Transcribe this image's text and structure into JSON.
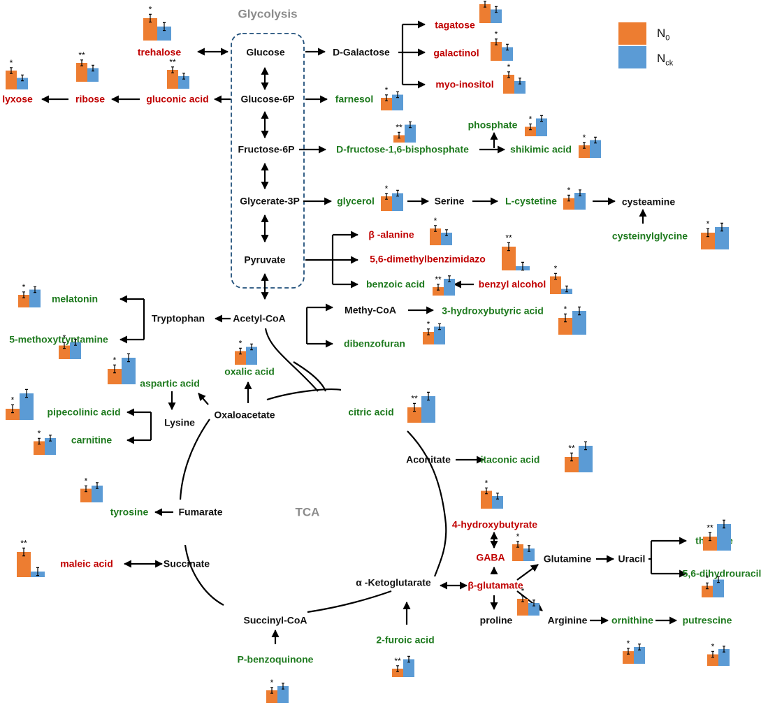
{
  "colors": {
    "n0": "#ED7D31",
    "nck": "#5B9BD5",
    "increased": "#c00000",
    "decreased": "#1e7a1e",
    "neutral": "#111111",
    "section": "#8c8c8c",
    "dashed_box": "#1f4e79"
  },
  "legend": {
    "n0_main": "N",
    "n0_sub": "0",
    "nck_main": "N",
    "nck_sub": "ck"
  },
  "sections": {
    "glycolysis": "Glycolysis",
    "tca": "TCA"
  },
  "nodes": {
    "glucose": "Glucose",
    "glucose_6p": "Glucose-6P",
    "fructose_6p": "Fructose-6P",
    "glycerate_3p": "Glycerate-3P",
    "pyruvate": "Pyruvate",
    "acetyl_coa": "Acetyl-CoA",
    "d_galactose": "D-Galactose",
    "tagatose": "tagatose",
    "galactinol": "galactinol",
    "myo_inositol": "myo-inositol",
    "farnesol": "farnesol",
    "trehalose": "trehalose",
    "gluconic_acid": "gluconic acid",
    "ribose": "ribose",
    "lyxose": "lyxose",
    "d_fructose_bp": "D-fructose-1,6-bisphosphate",
    "phosphate": "phosphate",
    "shikimic_acid": "shikimic acid",
    "glycerol": "glycerol",
    "serine": "Serine",
    "l_cystetine": "L-cystetine",
    "cysteamine": "cysteamine",
    "cysteinylglycine": "cysteinylglycine",
    "beta_alanine": "β -alanine",
    "dimethylbenzimidazo": "5,6-dimethylbenzimidazo",
    "benzoic_acid": "benzoic acid",
    "benzyl_alcohol": "benzyl alcohol",
    "melatonin": "melatonin",
    "tryptophan": "Tryptophan",
    "methoxytryptamine": "5-methoxytryptamine",
    "methy_coa": "Methy-CoA",
    "hydroxybutyric_acid": "3-hydroxybutyric acid",
    "dibenzofuran": "dibenzofuran",
    "oxalic_acid": "oxalic acid",
    "aspartic_acid": "aspartic acid",
    "oxaloacetate": "Oxaloacetate",
    "lysine": "Lysine",
    "pipecolinic_acid": "pipecolinic acid",
    "carnitine": "carnitine",
    "citric_acid": "citric acid",
    "aconitate": "Aconitate",
    "itaconic_acid": "itaconic acid",
    "fumarate": "Fumarate",
    "tyrosine": "tyrosine",
    "succinate": "Succinate",
    "maleic_acid": "maleic acid",
    "hydroxybutyrate": "4-hydroxybutyrate",
    "gaba": "GABA",
    "beta_glutamate": "β-glutamate",
    "ketoglutarate": "α -Ketoglutarate",
    "glutamine": "Glutamine",
    "uracil": "Uracil",
    "thymine": "thymine",
    "dihydrouracil": "5,6-dihydrouracil",
    "proline": "proline",
    "arginine": "Arginine",
    "ornithine": "ornithine",
    "putrescine": "putrescine",
    "succinyl_coa": "Succinyl-CoA",
    "furoic_acid": "2-furoic acid",
    "p_benzoquinone": "P-benzoquinone"
  },
  "bar_charts": [
    {
      "metabolite": "trehalose",
      "n0": 0.8,
      "nck": 0.5,
      "sig": "*"
    },
    {
      "metabolite": "tagatose",
      "n0": 0.9,
      "nck": 0.65,
      "sig": "*"
    },
    {
      "metabolite": "galactinol",
      "n0": 0.9,
      "nck": 0.65,
      "sig": "*"
    },
    {
      "metabolite": "myo-inositol",
      "n0": 0.9,
      "nck": 0.6,
      "sig": "*"
    },
    {
      "metabolite": "farnesol",
      "n0": 0.6,
      "nck": 0.75,
      "sig": "*"
    },
    {
      "metabolite": "lyxose",
      "n0": 0.9,
      "nck": 0.55,
      "sig": "*"
    },
    {
      "metabolite": "ribose",
      "n0": 0.9,
      "nck": 0.65,
      "sig": "**"
    },
    {
      "metabolite": "gluconic acid",
      "n0": 0.9,
      "nck": 0.6,
      "sig": "**"
    },
    {
      "metabolite": "D-fructose-1,6-bisphosphate",
      "n0": 0.35,
      "nck": 0.85,
      "sig": "**"
    },
    {
      "metabolite": "phosphate",
      "n0": 0.45,
      "nck": 0.85,
      "sig": "*"
    },
    {
      "metabolite": "shikimic acid",
      "n0": 0.6,
      "nck": 0.85,
      "sig": "*"
    },
    {
      "metabolite": "glycerol",
      "n0": 0.7,
      "nck": 0.85,
      "sig": "*"
    },
    {
      "metabolite": "L-cystetine",
      "n0": 0.55,
      "nck": 0.8,
      "sig": "*"
    },
    {
      "metabolite": "cysteinylglycine",
      "n0": 0.6,
      "nck": 0.8,
      "sig": "*"
    },
    {
      "metabolite": "β -alanine",
      "n0": 0.8,
      "nck": 0.6,
      "sig": "*"
    },
    {
      "metabolite": "5,6-dimethylbenzimidazo",
      "n0": 0.85,
      "nck": 0.15,
      "sig": "**"
    },
    {
      "metabolite": "benzoic acid",
      "n0": 0.4,
      "nck": 0.8,
      "sig": "**"
    },
    {
      "metabolite": "benzyl alcohol",
      "n0": 0.85,
      "nck": 0.25,
      "sig": "*"
    },
    {
      "metabolite": "melatonin",
      "n0": 0.6,
      "nck": 0.85,
      "sig": "*"
    },
    {
      "metabolite": "3-hydroxybutyric acid",
      "n0": 0.6,
      "nck": 0.85,
      "sig": "*"
    },
    {
      "metabolite": "dibenzofuran",
      "n0": 0.6,
      "nck": 0.85,
      "sig": "*"
    },
    {
      "metabolite": "5-methoxytryptamine",
      "n0": 0.65,
      "nck": 0.8,
      "sig": "*"
    },
    {
      "metabolite": "oxalic acid",
      "n0": 0.65,
      "nck": 0.85,
      "sig": "*"
    },
    {
      "metabolite": "aspartic acid",
      "n0": 0.55,
      "nck": 0.95,
      "sig": "*"
    },
    {
      "metabolite": "pipecolinic acid",
      "n0": 0.4,
      "nck": 0.95,
      "sig": "*"
    },
    {
      "metabolite": "carnitine",
      "n0": 0.65,
      "nck": 0.8,
      "sig": "*"
    },
    {
      "metabolite": "citric acid",
      "n0": 0.55,
      "nck": 0.95,
      "sig": "**"
    },
    {
      "metabolite": "itaconic acid",
      "n0": 0.55,
      "nck": 0.95,
      "sig": "**"
    },
    {
      "metabolite": "tyrosine",
      "n0": 0.65,
      "nck": 0.8,
      "sig": "*"
    },
    {
      "metabolite": "maleic acid",
      "n0": 0.9,
      "nck": 0.2,
      "sig": "**"
    },
    {
      "metabolite": "4-hydroxybutyrate",
      "n0": 0.85,
      "nck": 0.6,
      "sig": "*"
    },
    {
      "metabolite": "GABA",
      "n0": 0.8,
      "nck": 0.6,
      "sig": "*"
    },
    {
      "metabolite": "thymine",
      "n0": 0.5,
      "nck": 0.95,
      "sig": "**"
    },
    {
      "metabolite": "5,6-dihydrouracil",
      "n0": 0.55,
      "nck": 0.85,
      "sig": "*"
    },
    {
      "metabolite": "proline",
      "n0": 0.8,
      "nck": 0.6,
      "sig": "*"
    },
    {
      "metabolite": "ornithine",
      "n0": 0.6,
      "nck": 0.8,
      "sig": "*"
    },
    {
      "metabolite": "putrescine",
      "n0": 0.55,
      "nck": 0.8,
      "sig": "*"
    },
    {
      "metabolite": "2-furoic acid",
      "n0": 0.4,
      "nck": 0.85,
      "sig": "**"
    },
    {
      "metabolite": "P-benzoquinone",
      "n0": 0.6,
      "nck": 0.8,
      "sig": "*"
    }
  ]
}
